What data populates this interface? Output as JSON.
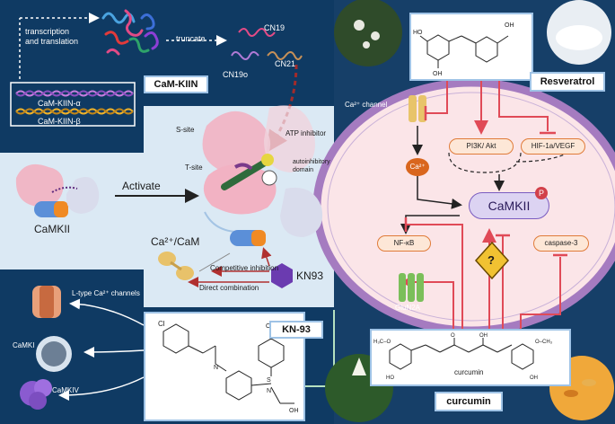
{
  "cam_kiin": {
    "process_label": "transcription\nand translation",
    "truncate_label": "truncate",
    "fragments": [
      "CN19",
      "CN21",
      "CN19o"
    ],
    "genes": [
      "CaM-KIIN-α",
      "CaM-KIIN-β"
    ],
    "title": "CaM-KIIN"
  },
  "camkii_panel": {
    "activate_label": "Activate",
    "camkii_label": "CaMKII",
    "s_site": "S-site",
    "t_site": "T-site",
    "atp_inhibitor": "ATP inhibitor",
    "autoinhibitory_domain": "autoinhibitory\ndomain",
    "ca_cam": "Ca²⁺/CaM",
    "competitive_inhibition": "Competitive inhibition",
    "direct_combination": "Direct combination",
    "kn93_label": "KN93"
  },
  "kn93_panel": {
    "title": "KN-93",
    "targets": [
      "L-type Ca²⁺ channels",
      "CaMKI",
      "CaMKIV"
    ]
  },
  "cell": {
    "ca_channel": "Ca²⁺ channel",
    "ca_ion": "Ca²⁺",
    "pi3k": "PI3K/ Akt",
    "hif": "HIF-1a/VEGF",
    "camkii": "CaMKII",
    "p_badge": "P",
    "nfkb": "NF-κB",
    "caspase": "caspase-3",
    "glun2a": "GluN2A",
    "unknown": "?"
  },
  "resveratrol": {
    "title": "Resveratrol"
  },
  "curcumin": {
    "title": "curcumin",
    "structure_name": "curcumin"
  },
  "colors": {
    "background": "#0f3a63",
    "panel_light": "#dbe9f4",
    "cell_fill": "#fbe5e8",
    "membrane": "#a57bc0",
    "inhibit_red": "#e04a57",
    "orange_fill": "#fde7d7",
    "camkii_fill": "#dcd3f2"
  }
}
